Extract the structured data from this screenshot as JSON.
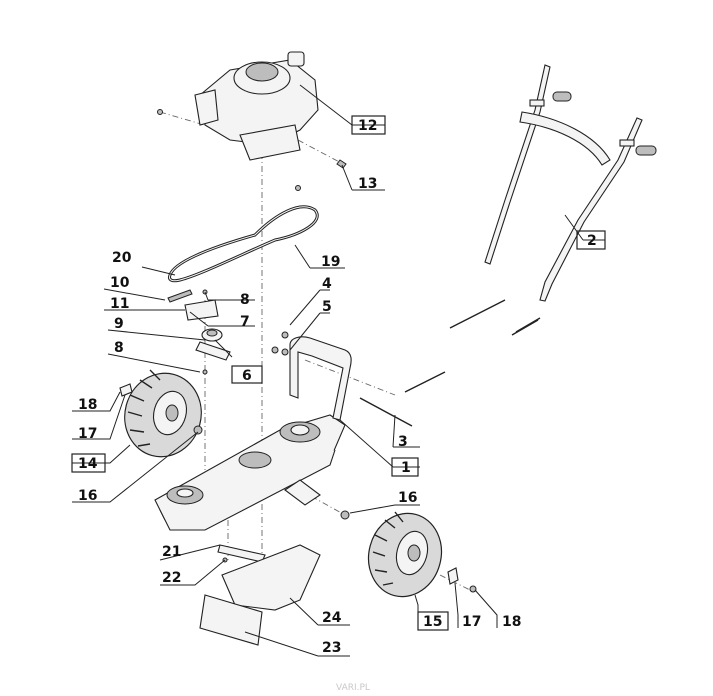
{
  "labels": {
    "l1": "1",
    "l2": "2",
    "l3": "3",
    "l4": "4",
    "l5": "5",
    "l6": "6",
    "l7": "7",
    "l8a": "8",
    "l8b": "8",
    "l9": "9",
    "l10": "10",
    "l11": "11",
    "l12": "12",
    "l13": "13",
    "l14": "14",
    "l15": "15",
    "l16a": "16",
    "l16b": "16",
    "l17a": "17",
    "l17b": "17",
    "l18a": "18",
    "l18b": "18",
    "l19": "19",
    "l20": "20",
    "l21": "21",
    "l22": "22",
    "l23": "23",
    "l24": "24"
  },
  "watermark": "VARI.PL"
}
